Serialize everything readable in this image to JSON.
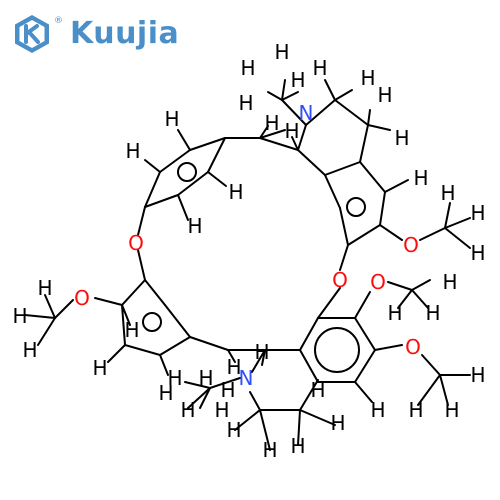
{
  "watermark": {
    "brand": "Kuujia",
    "registered": "®",
    "brand_color": "#4a8fc8"
  },
  "colors": {
    "carbon_bond": "#000000",
    "hydrogen": "#000000",
    "nitrogen": "#3050f8",
    "oxygen": "#ff0d0d"
  },
  "atoms": {
    "hydrogen": "H",
    "nitrogen": "N",
    "oxygen": "O"
  }
}
